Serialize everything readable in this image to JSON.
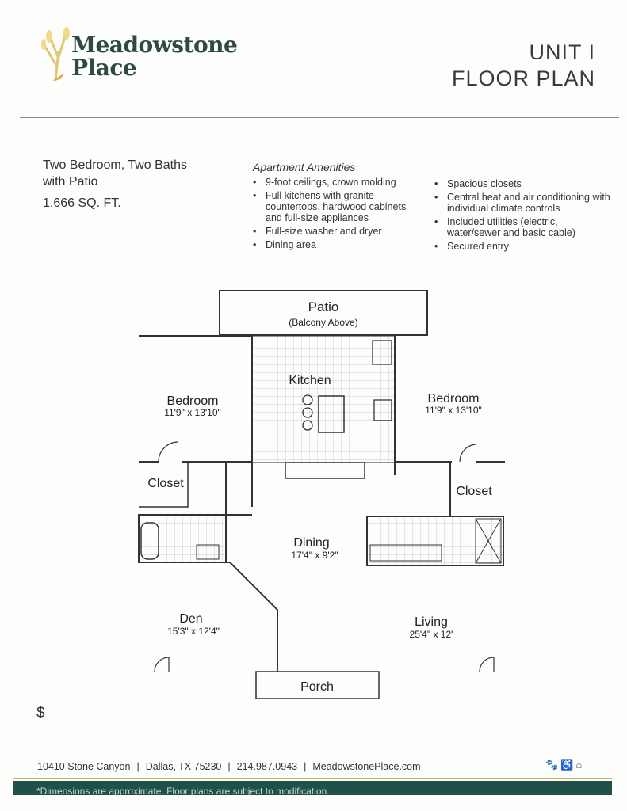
{
  "brand": {
    "name_line1": "Meadowstone",
    "name_line2": "Place"
  },
  "header": {
    "unit": "UNIT I",
    "subtitle": "FLOOR PLAN"
  },
  "summary": {
    "line1": "Two Bedroom, Two Baths",
    "line2": "with Patio",
    "sqft": "1,666 SQ. FT."
  },
  "amenities": {
    "title": "Apartment Amenities",
    "col1": [
      "9-foot ceilings, crown molding",
      "Full kitchens with granite countertops, hardwood cabinets and full-size appliances",
      "Full-size washer and dryer",
      "Dining area"
    ],
    "col2": [
      "Spacious closets",
      "Central heat and air conditioning with individual climate controls",
      "Included utilities (electric, water/sewer and basic cable)",
      "Secured entry"
    ]
  },
  "plan": {
    "patio": "Patio",
    "patio_note": "(Balcony Above)",
    "kitchen": "Kitchen",
    "bedroom_left": "Bedroom",
    "bedroom_left_dim": "11'9\" x 13'10\"",
    "bedroom_right": "Bedroom",
    "bedroom_right_dim": "11'9\" x 13'10\"",
    "closet_left": "Closet",
    "closet_right": "Closet",
    "dining": "Dining",
    "dining_dim": "17'4\" x 9'2\"",
    "den": "Den",
    "den_dim": "15'3\" x 12'4\"",
    "living": "Living",
    "living_dim": "25'4\" x 12'",
    "porch": "Porch"
  },
  "price": {
    "symbol": "$"
  },
  "footer": {
    "address": "10410 Stone Canyon",
    "city": "Dallas, TX 75230",
    "phone": "214.987.0943",
    "website": "MeadowstonePlace.com",
    "sep": "|",
    "disclaimer": "*Dimensions are approximate. Floor plans are subject to modification."
  },
  "colors": {
    "brand_green": "#2f4a43",
    "band": "#1f5149",
    "gold": "#c9b45a"
  }
}
